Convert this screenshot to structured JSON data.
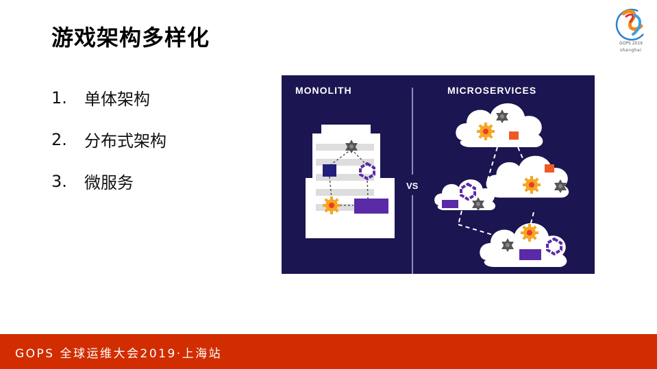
{
  "slide": {
    "title": "游戏架构多样化",
    "list": [
      {
        "num": "1.",
        "label": "单体架构"
      },
      {
        "num": "2.",
        "label": "分布式架构"
      },
      {
        "num": "3.",
        "label": "微服务"
      }
    ]
  },
  "logo": {
    "line1": "GOPS 2019",
    "line2": "shanghai"
  },
  "diagram": {
    "left_heading": "MONOLITH",
    "right_heading": "MICROSERVICES",
    "divider_label": "VS",
    "colors": {
      "background": "#1b1551",
      "purple": "#5b2aa6",
      "navy": "#22207a",
      "orange": "#f5a623",
      "red_orange": "#ee5a24",
      "gray": "#5a5a5a"
    }
  },
  "footer": {
    "text": "GOPS 全球运维大会2019·上海站",
    "color": "#d12d00"
  }
}
